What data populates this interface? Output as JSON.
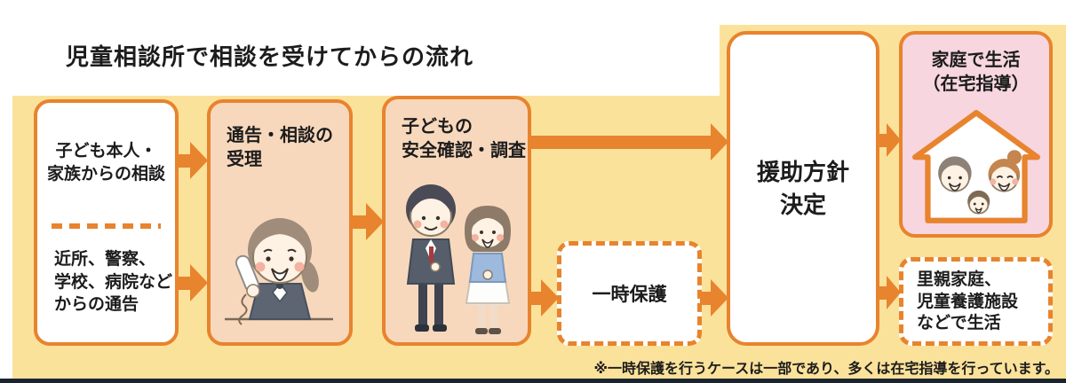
{
  "title": "児童相談所で相談を受けてからの流れ",
  "colors": {
    "accent_orange": "#e8832e",
    "background_yellow": "#fbe29b",
    "peach_box": "#f8d8bc",
    "pink_box": "#f7d6e0",
    "text_ink": "#1c1c1c",
    "footer_bar_navy": "#1a2430"
  },
  "boxes": {
    "source": {
      "consult_lines": [
        "子ども本人・",
        "家族からの相談"
      ],
      "notify_lines": [
        "近所、警察、",
        "学校、病院など",
        "からの通告"
      ]
    },
    "intake": {
      "lines": [
        "通告・相談の",
        "受理"
      ],
      "illustration": "operator-woman-with-phone-illustration"
    },
    "safety": {
      "lines": [
        "子どもの",
        "安全確認・調査"
      ],
      "illustration": "two-caseworkers-illustration"
    },
    "temp_protection": {
      "label": "一時保護"
    },
    "policy": {
      "lines": [
        "援助方針",
        "決定"
      ]
    },
    "home": {
      "lines": [
        "家庭で生活",
        "（在宅指導）"
      ],
      "illustration": "family-in-house-illustration"
    },
    "foster": {
      "lines": [
        "里親家庭、",
        "児童養護施設",
        "などで生活"
      ]
    }
  },
  "footnote": "※一時保護を行うケースは一部であり、多くは在宅指導を行っています。"
}
